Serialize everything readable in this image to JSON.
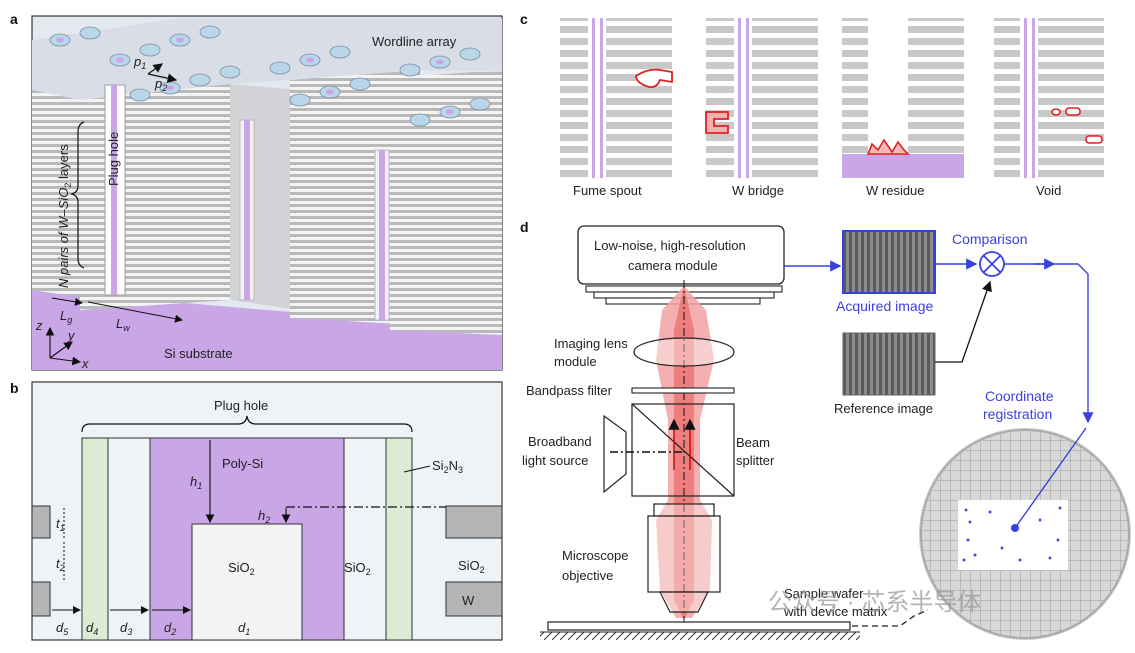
{
  "panel_letters": {
    "a": "a",
    "b": "b",
    "c": "c",
    "d": "d"
  },
  "panel_a": {
    "wordline_array": "Wordline array",
    "p1": "p",
    "p1_sub": "1",
    "p2": "p",
    "p2_sub": "2",
    "plug_hole": "Plug hole",
    "n_pairs": "N pairs of W–SiO",
    "n_pairs_sub": "2",
    "n_pairs_tail": " layers",
    "lg": "L",
    "lg_sub": "g",
    "lw": "L",
    "lw_sub": "w",
    "si_substrate": "Si substrate",
    "axis_z": "z",
    "axis_y": "y",
    "axis_x": "x"
  },
  "panel_b": {
    "plug_hole": "Plug hole",
    "poly_si": "Poly-Si",
    "si2n3": "Si",
    "si2n3_sub1": "2",
    "si2n3_mid": "N",
    "si2n3_sub2": "3",
    "h1": "h",
    "h1_sub": "1",
    "h2": "h",
    "h2_sub": "2",
    "t1": "t",
    "t1_sub": "1",
    "t2": "t",
    "t2_sub": "2",
    "sio2_center": "SiO",
    "sio2_center_sub": "2",
    "sio2_right": "SiO",
    "sio2_right_sub": "2",
    "sio2_far": "SiO",
    "sio2_far_sub": "2",
    "w": "W",
    "d5": "d",
    "d5_sub": "5",
    "d4": "d",
    "d4_sub": "4",
    "d3": "d",
    "d3_sub": "3",
    "d2": "d",
    "d2_sub": "2",
    "d1": "d",
    "d1_sub": "1"
  },
  "panel_c": {
    "defects": [
      "Fume spout",
      "W bridge",
      "W residue",
      "Void"
    ]
  },
  "panel_d": {
    "camera_line1": "Low-noise, high-resolution",
    "camera_line2": "camera module",
    "imaging_lens_line1": "Imaging lens",
    "imaging_lens_line2": "module",
    "bandpass_filter": "Bandpass filter",
    "broadband_line1": "Broadband",
    "broadband_line2": "light source",
    "beam_line1": "Beam",
    "beam_line2": "splitter",
    "microscope_line1": "Microscope",
    "microscope_line2": "objective",
    "sample_line1": "Sample wafer",
    "sample_line2": "with device matrix",
    "acquired_image": "Acquired image",
    "reference_image": "Reference image",
    "comparison": "Comparison",
    "coord_line1": "Coordinate",
    "coord_line2": "registration"
  },
  "watermark": "公众号 · 芯系半导体",
  "colors": {
    "purple": "#c9a6e6",
    "light_purple": "#e6d6f2",
    "green": "#dcebd3",
    "blue": "#3a3fe0",
    "red": "#e02020",
    "gray_panel": "#eef3f8"
  }
}
